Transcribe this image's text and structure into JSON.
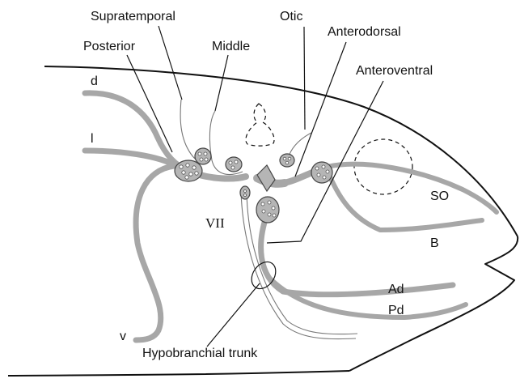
{
  "labels": {
    "supratemporal": "Supratemporal",
    "otic": "Otic",
    "posterior": "Posterior",
    "middle": "Middle",
    "anterodorsal": "Anterodorsal",
    "anteroventral": "Anteroventral",
    "d": "d",
    "l": "l",
    "v": "v",
    "vii": "VII",
    "so": "SO",
    "b": "B",
    "ad": "Ad",
    "pd": "Pd",
    "hypobranchial_trunk": "Hypobranchial trunk"
  },
  "colors": {
    "nerve": "#a7a7a7",
    "ganglion": "#b5b5b5",
    "outline": "#111111"
  }
}
